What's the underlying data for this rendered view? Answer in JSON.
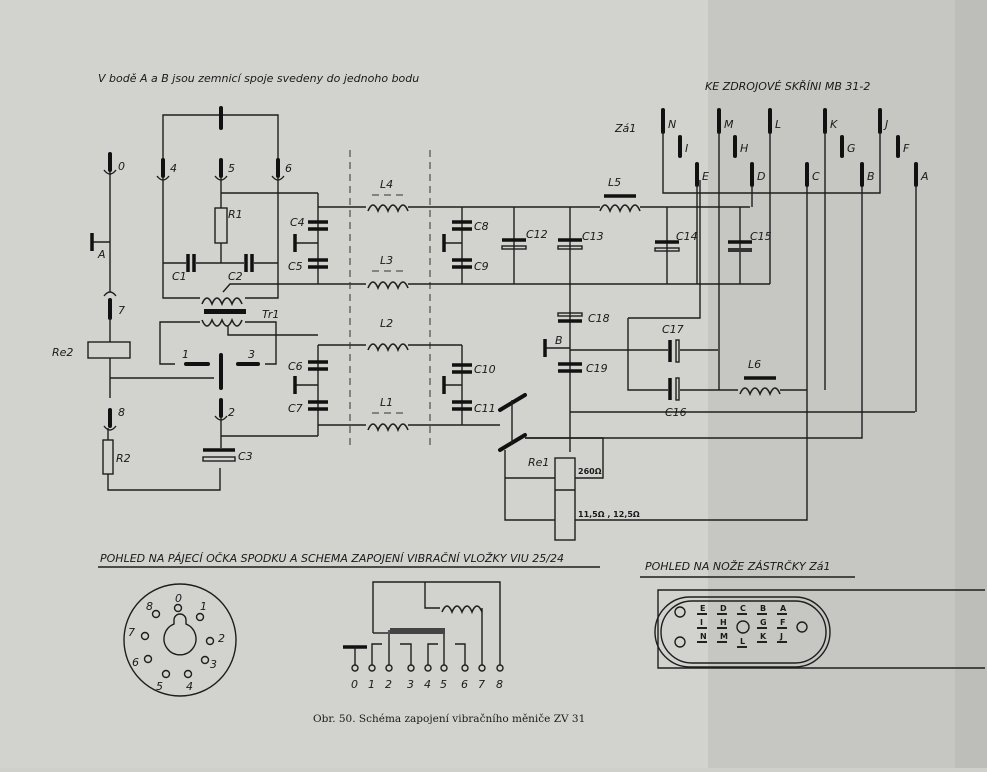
{
  "note": "V bodě A a B jsou zemnicí spoje svedeny do jednoho bodu",
  "supply_title": "KE ZDROJOVÉ SKŘÍNI MB 31-2",
  "connector_label": "Zá1",
  "connector_pins": {
    "N": "N",
    "M": "M",
    "L": "L",
    "K": "K",
    "J": "J",
    "I": "I",
    "H": "H",
    "G": "G",
    "F": "F",
    "E": "E",
    "D": "D",
    "C": "C",
    "B": "B",
    "A": "A"
  },
  "pins": {
    "p0": "0",
    "p1": "1",
    "p2": "2",
    "p3": "3",
    "p4": "4",
    "p5": "5",
    "p6": "6",
    "p7": "7",
    "p8": "8"
  },
  "components": {
    "R1": "R1",
    "R2": "R2",
    "C1": "C1",
    "C2": "C2",
    "C3": "C3",
    "C4": "C4",
    "C5": "C5",
    "C6": "C6",
    "C7": "C7",
    "C8": "C8",
    "C9": "C9",
    "C10": "C10",
    "C11": "C11",
    "C12": "C12",
    "C13": "C13",
    "C14": "C14",
    "C15": "C15",
    "C16": "C16",
    "C17": "C17",
    "C18": "C18",
    "C19": "C19",
    "L1": "L1",
    "L2": "L2",
    "L3": "L3",
    "L4": "L4",
    "L5": "L5",
    "L6": "L6",
    "Tr1": "Tr1",
    "Re1": "Re1",
    "Re2": "Re2",
    "A": "A",
    "B": "B"
  },
  "re1_values": {
    "r1": "260Ω",
    "r2": "11,5Ω , 12,5Ω"
  },
  "section_socket_title": "POHLED NA PÁJECÍ OČKA SPODKU A SCHEMA ZAPOJENÍ VIBRAČNÍ VLOŽKY VIU 25/24",
  "section_plug_title": "POHLED NA NOŽE ZÁSTRČKY Zá1",
  "socket_pins": [
    "0",
    "1",
    "2",
    "3",
    "4",
    "5",
    "6",
    "7",
    "8"
  ],
  "vib_pins": [
    "0",
    "1",
    "2",
    "3",
    "4",
    "5",
    "6",
    "7",
    "8"
  ],
  "plug_rows": [
    [
      "E",
      "D",
      "C",
      "B",
      "A"
    ],
    [
      "I",
      "H",
      "",
      "G",
      "F"
    ],
    [
      "N",
      "M",
      "L",
      "K",
      "J"
    ]
  ],
  "caption": "Obr. 50. Schéma zapojení vibračního měniče ZV 31"
}
